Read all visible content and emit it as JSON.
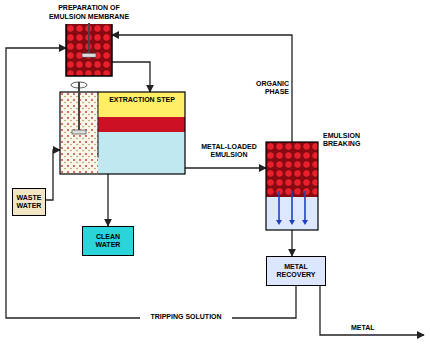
{
  "diagram": {
    "nodes": [
      {
        "text": [
          "PREPARATION OF EMULSION MEMBRANE"
        ]
      },
      {
        "text": [
          "EXTRACTION STEP"
        ]
      },
      {
        "text": [
          "WASTE WATER"
        ]
      },
      {
        "text": [
          "CLEAN WATER"
        ]
      },
      {
        "text": [
          "EMULSION BREAKING"
        ]
      },
      {
        "text": [
          "METAL RECOVERY"
        ]
      }
    ],
    "edges": [
      {
        "from": 0,
        "to": 1,
        "arrow": "to"
      },
      {
        "from": 2,
        "to": 1,
        "arrow": "to"
      },
      {
        "from": 1,
        "to": 3,
        "arrow": "to"
      },
      {
        "from": 1,
        "to": 4,
        "label": "METAL-LOADED EMULSION",
        "arrow": "to"
      },
      {
        "from": 4,
        "to": 0,
        "label": "ORGANIC PHASE",
        "arrow": "to"
      },
      {
        "from": 4,
        "to": 5,
        "arrow": "to"
      },
      {
        "from": 5,
        "to": 0,
        "label": "TRIPPING SOLUTION",
        "arrow": "to"
      }
    ],
    "labels": [
      "METAL"
    ]
  }
}
